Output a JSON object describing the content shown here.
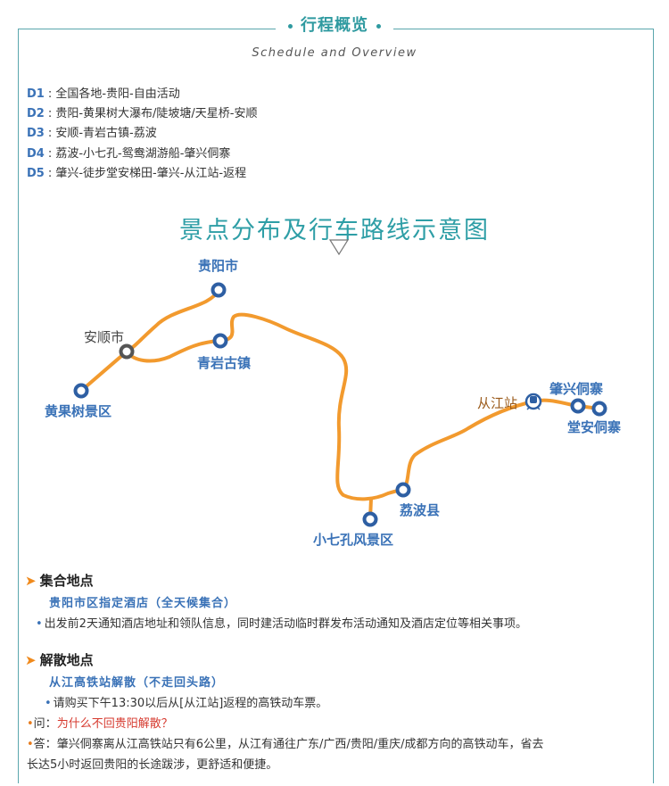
{
  "header": {
    "title": "行程概览",
    "subtitle": "Schedule and Overview"
  },
  "days": [
    {
      "key": "D1",
      "text": "全国各地-贵阳-自由活动"
    },
    {
      "key": "D2",
      "text": "贵阳-黄果树大瀑布/陡坡塘/天星桥-安顺"
    },
    {
      "key": "D3",
      "text": "安顺-青岩古镇-荔波"
    },
    {
      "key": "D4",
      "text": "荔波-小七孔-鸳鸯湖游船-肇兴侗寨"
    },
    {
      "key": "D5",
      "text": "肇兴-徒步堂安梯田-肇兴-从江站-返程"
    }
  ],
  "map": {
    "title": "景点分布及行车路线示意图",
    "places": {
      "guiyang": "贵阳市",
      "anshun": "安顺市",
      "qingyan": "青岩古镇",
      "huangguoshu": "黄果树景区",
      "congjiang": "从江站",
      "zhaoxing": "肇兴侗寨",
      "tangan": "堂安侗寨",
      "libo": "荔波县",
      "xiaoqikong": "小七孔风景区"
    },
    "colors": {
      "route": "#f29a2e",
      "marker": "#2e5fa3",
      "station": "#2e5fa3",
      "label": "#3a72b7",
      "station_label": "#9a5a1a"
    }
  },
  "assembly": {
    "heading": "集合地点",
    "subheading": "贵阳市区指定酒店（全天候集合）",
    "note": "出发前2天通知酒店地址和领队信息，同时建活动临时群发布活动通知及酒店定位等相关事项。"
  },
  "dismissal": {
    "heading": "解散地点",
    "subheading": "从江高铁站解散（不走回头路）",
    "note": "请购买下午13:30以后从[从江站]返程的高铁动车票。",
    "question_label": "问：",
    "question": "为什么不回贵阳解散？",
    "answer_label": "答：",
    "answer_line1": "肇兴侗寨离从江高铁站只有6公里，从江有通往广东/广西/贵阳/重庆/成都方向的高铁动车，省去",
    "answer_line2": "长达5小时返回贵阳的长途跋涉，更舒适和便捷。"
  }
}
